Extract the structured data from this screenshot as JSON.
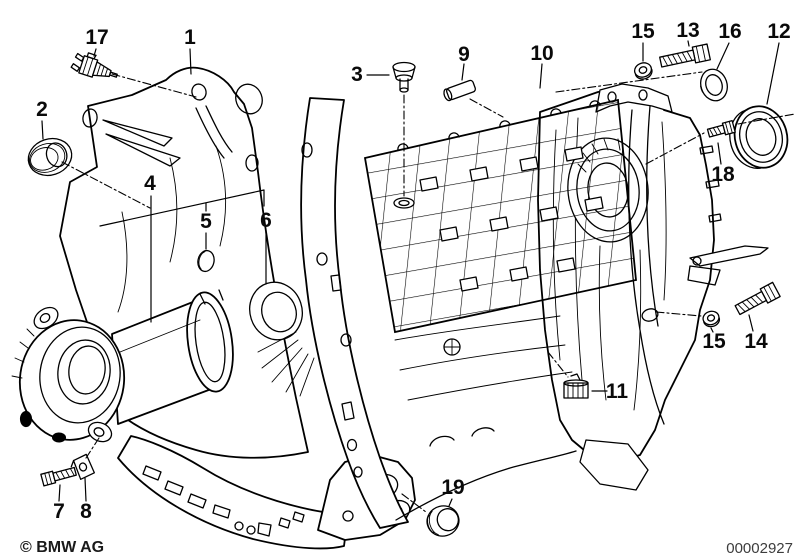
{
  "document": {
    "kind": "parts-diagram",
    "subject": "manual-gearbox-housing-with-attaching-parts",
    "copyright": "© BMW AG",
    "drawing_number": "00002927"
  },
  "colors": {
    "background": "#ffffff",
    "line": "#000000",
    "callout_text": "#0a0a0a",
    "drawing_number": "#3c3c3c"
  },
  "callouts": [
    {
      "label": "1",
      "part": "housing-cover"
    },
    {
      "label": "2",
      "part": "screw-plug"
    },
    {
      "label": "3",
      "part": "sealing-cap"
    },
    {
      "label": "4",
      "part": "guide-tube-flange"
    },
    {
      "label": "5",
      "part": "cover-cap"
    },
    {
      "label": "6",
      "part": "shaft-seal"
    },
    {
      "label": "7",
      "part": "hex-bolt"
    },
    {
      "label": "8",
      "part": "lock-plate"
    },
    {
      "label": "9",
      "part": "dowel-pin"
    },
    {
      "label": "10",
      "part": "housing-rear-section"
    },
    {
      "label": "11",
      "part": "screw-plug-drain"
    },
    {
      "label": "12",
      "part": "shaft-seal-large"
    },
    {
      "label": "13",
      "part": "hex-bolt-long"
    },
    {
      "label": "14",
      "part": "hex-bolt"
    },
    {
      "label": "15",
      "part": "washer"
    },
    {
      "label": "15",
      "part": "washer"
    },
    {
      "label": "16",
      "part": "sealing-ring"
    },
    {
      "label": "17",
      "part": "switch"
    },
    {
      "label": "18",
      "part": "hex-bolt-short"
    },
    {
      "label": "19",
      "part": "screw-plug-round"
    }
  ]
}
